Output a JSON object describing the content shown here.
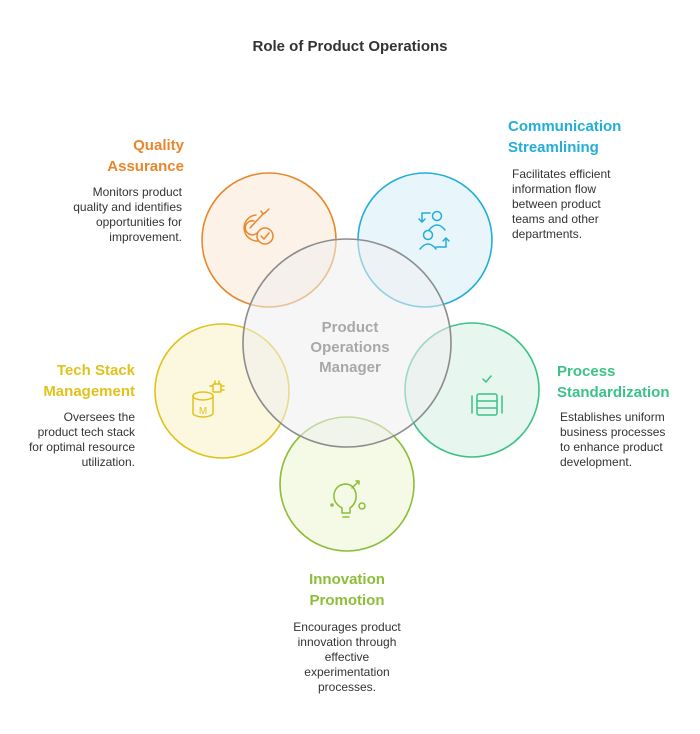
{
  "title": "Role of Product Operations",
  "center": {
    "label_1": "Product",
    "label_2": "Operations",
    "label_3": "Manager"
  },
  "colors": {
    "quality": "#e8872b",
    "communication": "#22aed8",
    "tech_stack": "#e1c21c",
    "process": "#3cc287",
    "innovation": "#8dbd38",
    "center": "#8c8c8c"
  },
  "quality": {
    "heading_1": "Quality",
    "heading_2": "Assurance",
    "desc": [
      "Monitors product",
      "quality and identifies",
      "opportunities for",
      "improvement."
    ],
    "icon": "target-check-icon"
  },
  "communication": {
    "heading_1": "Communication",
    "heading_2": "Streamlining",
    "desc": [
      "Facilitates efficient",
      "information flow",
      "between product",
      "teams and other",
      "departments."
    ],
    "icon": "user-exchange-icon"
  },
  "tech_stack": {
    "heading_1": "Tech Stack",
    "heading_2": "Management",
    "desc": [
      "Oversees the",
      "product tech stack",
      "for optimal resource",
      "utilization."
    ],
    "icon": "database-chip-icon",
    "icon_letter": "M"
  },
  "process": {
    "heading_1": "Process",
    "heading_2": "Standardization",
    "desc": [
      "Establishes uniform",
      "business processes",
      "to enhance product",
      "development."
    ],
    "icon": "server-stack-check-icon"
  },
  "innovation": {
    "heading_1": "Innovation",
    "heading_2": "Promotion",
    "desc": [
      "Encourages product",
      "innovation through",
      "effective",
      "experimentation",
      "processes."
    ],
    "icon": "lightbulb-icon"
  }
}
